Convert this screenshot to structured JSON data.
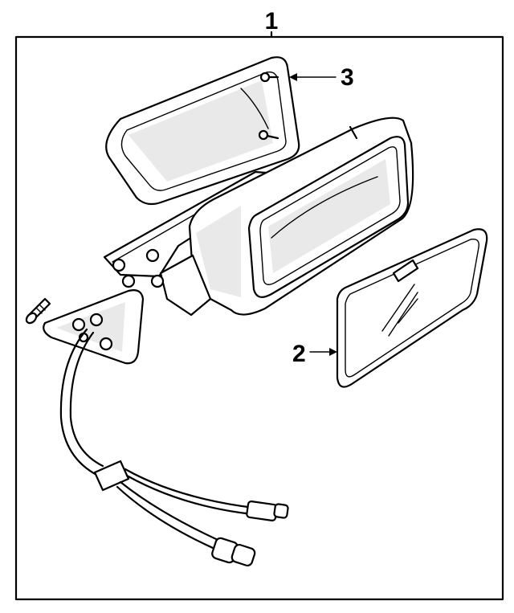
{
  "callouts": {
    "assembly": "1",
    "glass": "2",
    "bezel": "3"
  },
  "colors": {
    "line": "#000000",
    "background": "#ffffff"
  }
}
